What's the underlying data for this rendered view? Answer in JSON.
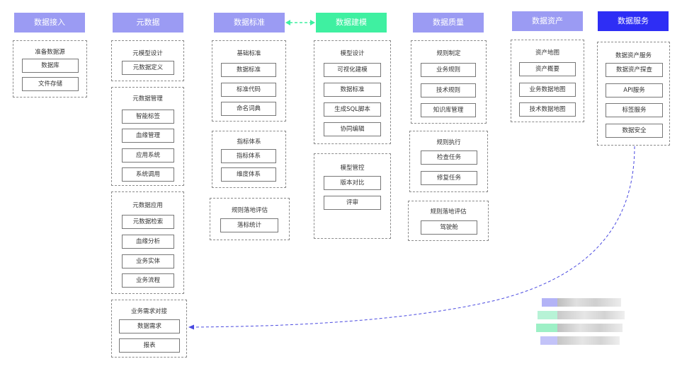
{
  "columns": {
    "c1": {
      "header": "数据接入",
      "groups": [
        {
          "title": "准备数据源",
          "items": [
            "数据库",
            "文件存储"
          ]
        }
      ]
    },
    "c2": {
      "header": "元数据",
      "groups": [
        {
          "title": "元模型设计",
          "items": [
            "元数据定义"
          ]
        },
        {
          "title": "元数据管理",
          "items": [
            "智能标签",
            "血缘管理",
            "应用系统",
            "系统调用"
          ]
        },
        {
          "title": "元数据应用",
          "items": [
            "元数据检索",
            "血缘分析",
            "业务实体",
            "业务流程"
          ]
        },
        {
          "title": "业务需求对接",
          "items": [
            "数据需求",
            "报表"
          ]
        }
      ]
    },
    "c3": {
      "header": "数据标准",
      "groups": [
        {
          "title": "基础标准",
          "items": [
            "数据标准",
            "标准代码",
            "命名词典"
          ]
        },
        {
          "title": "指标体系",
          "items": [
            "指标体系",
            "维度体系"
          ]
        },
        {
          "title": "规则落地评估",
          "items": [
            "落标统计"
          ]
        }
      ]
    },
    "c4": {
      "header": "数据建模",
      "groups": [
        {
          "title": "模型设计",
          "items": [
            "可视化建模",
            "数据标准",
            "生成SQL脚本",
            "协同编辑"
          ]
        },
        {
          "title": "模型管控",
          "items": [
            "版本对比",
            "评审"
          ]
        }
      ]
    },
    "c5": {
      "header": "数据质量",
      "groups": [
        {
          "title": "规则制定",
          "items": [
            "业务规则",
            "技术规则",
            "知识库管理"
          ]
        },
        {
          "title": "规则执行",
          "items": [
            "检查任务",
            "修复任务"
          ]
        },
        {
          "title": "规则落地评估",
          "items": [
            "驾驶舱"
          ]
        }
      ]
    },
    "c6": {
      "header": "数据资产",
      "groups": [
        {
          "title": "资产地图",
          "items": [
            "资产概要",
            "业务数据地图",
            "技术数据地图"
          ]
        }
      ]
    },
    "c7": {
      "header": "数据服务",
      "groups": [
        {
          "title": "数据资产服务",
          "items": [
            "数据资产探查",
            "API服务",
            "标签服务",
            "数据安全"
          ]
        }
      ]
    }
  },
  "colors": {
    "header_default": "#9b9bf3",
    "header_modeling": "#3ff0a1",
    "header_service": "#2e2ef5",
    "connector_dashed_green": "#3ff0a1",
    "connector_dashed_blue": "#4a4ae0"
  }
}
